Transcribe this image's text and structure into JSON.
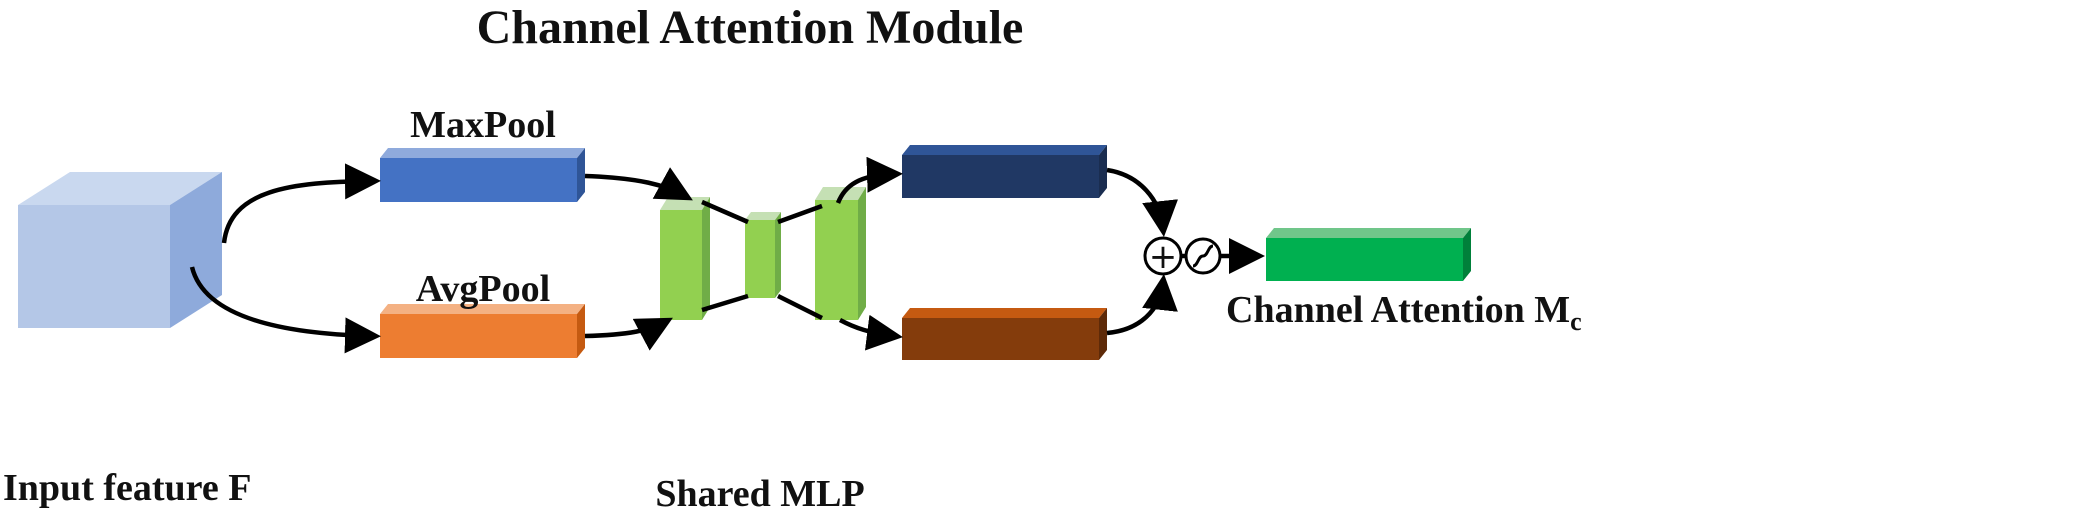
{
  "title": "Channel Attention Module",
  "labels": {
    "input": "Input feature F",
    "maxpool": "MaxPool",
    "avgpool": "AvgPool",
    "mlp": "Shared MLP",
    "output_main": "Channel Attention M",
    "output_sub": "c"
  },
  "operators": {
    "sum": "+",
    "sigmoid": "~"
  },
  "colors": {
    "input_cube": "#b4c7e7",
    "maxpool": "#4472c4",
    "avgpool": "#ed7d31",
    "mlp": "#92d050",
    "mlp_max_out": "#203864",
    "mlp_avg_out": "#843c0c",
    "output": "#00b050",
    "arrows": "#000000"
  }
}
